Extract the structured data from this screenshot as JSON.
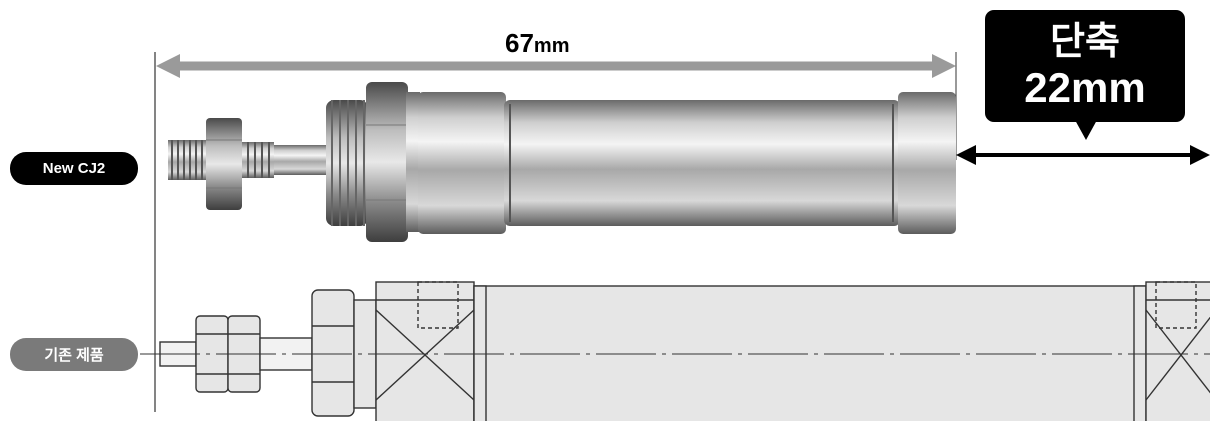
{
  "dimension": {
    "length_value": "67",
    "length_unit": "mm"
  },
  "shortening_callout": {
    "line1": "단축",
    "line2": "22mm"
  },
  "product_labels": {
    "new": "New CJ2",
    "existing": "기존 제품"
  },
  "colors": {
    "dimension_arrow": "#9a9a9a",
    "callout_background": "#000000",
    "new_label_background": "#000000",
    "existing_label_background": "#7a7a7a",
    "legacy_drawing_fill": "#e6e6e6",
    "legacy_drawing_stroke": "#333333",
    "metal": "#b9b9b9"
  }
}
